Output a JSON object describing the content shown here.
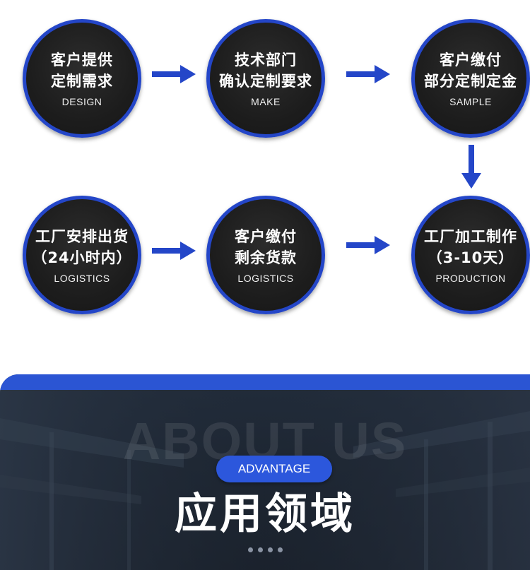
{
  "steps": [
    {
      "line1": "客户提供",
      "line2": "定制需求",
      "en": "DESIGN"
    },
    {
      "line1": "技术部门",
      "line2": "确认定制要求",
      "en": "MAKE"
    },
    {
      "line1": "客户缴付",
      "line2": "部分定制定金",
      "en": "SAMPLE"
    },
    {
      "line1": "工厂加工制作",
      "line2": "（3-10天）",
      "en": "PRODUCTION"
    },
    {
      "line1": "客户缴付",
      "line2": "剩余货款",
      "en": "LOGISTICS"
    },
    {
      "line1": "工厂安排出货",
      "line2": "（24小时内）",
      "en": "LOGISTICS"
    }
  ],
  "section": {
    "watermark": "ABOUT US",
    "badge": "ADVANTAGE",
    "title": "应用领域"
  },
  "colors": {
    "accent": "#2b55d3",
    "circle_border": "#2446c8",
    "circle_fill": "#1d1d1d",
    "arrow": "#2446c8"
  },
  "icons": {
    "arrow": "arrow-right-icon",
    "arrow_down": "arrow-down-icon"
  }
}
